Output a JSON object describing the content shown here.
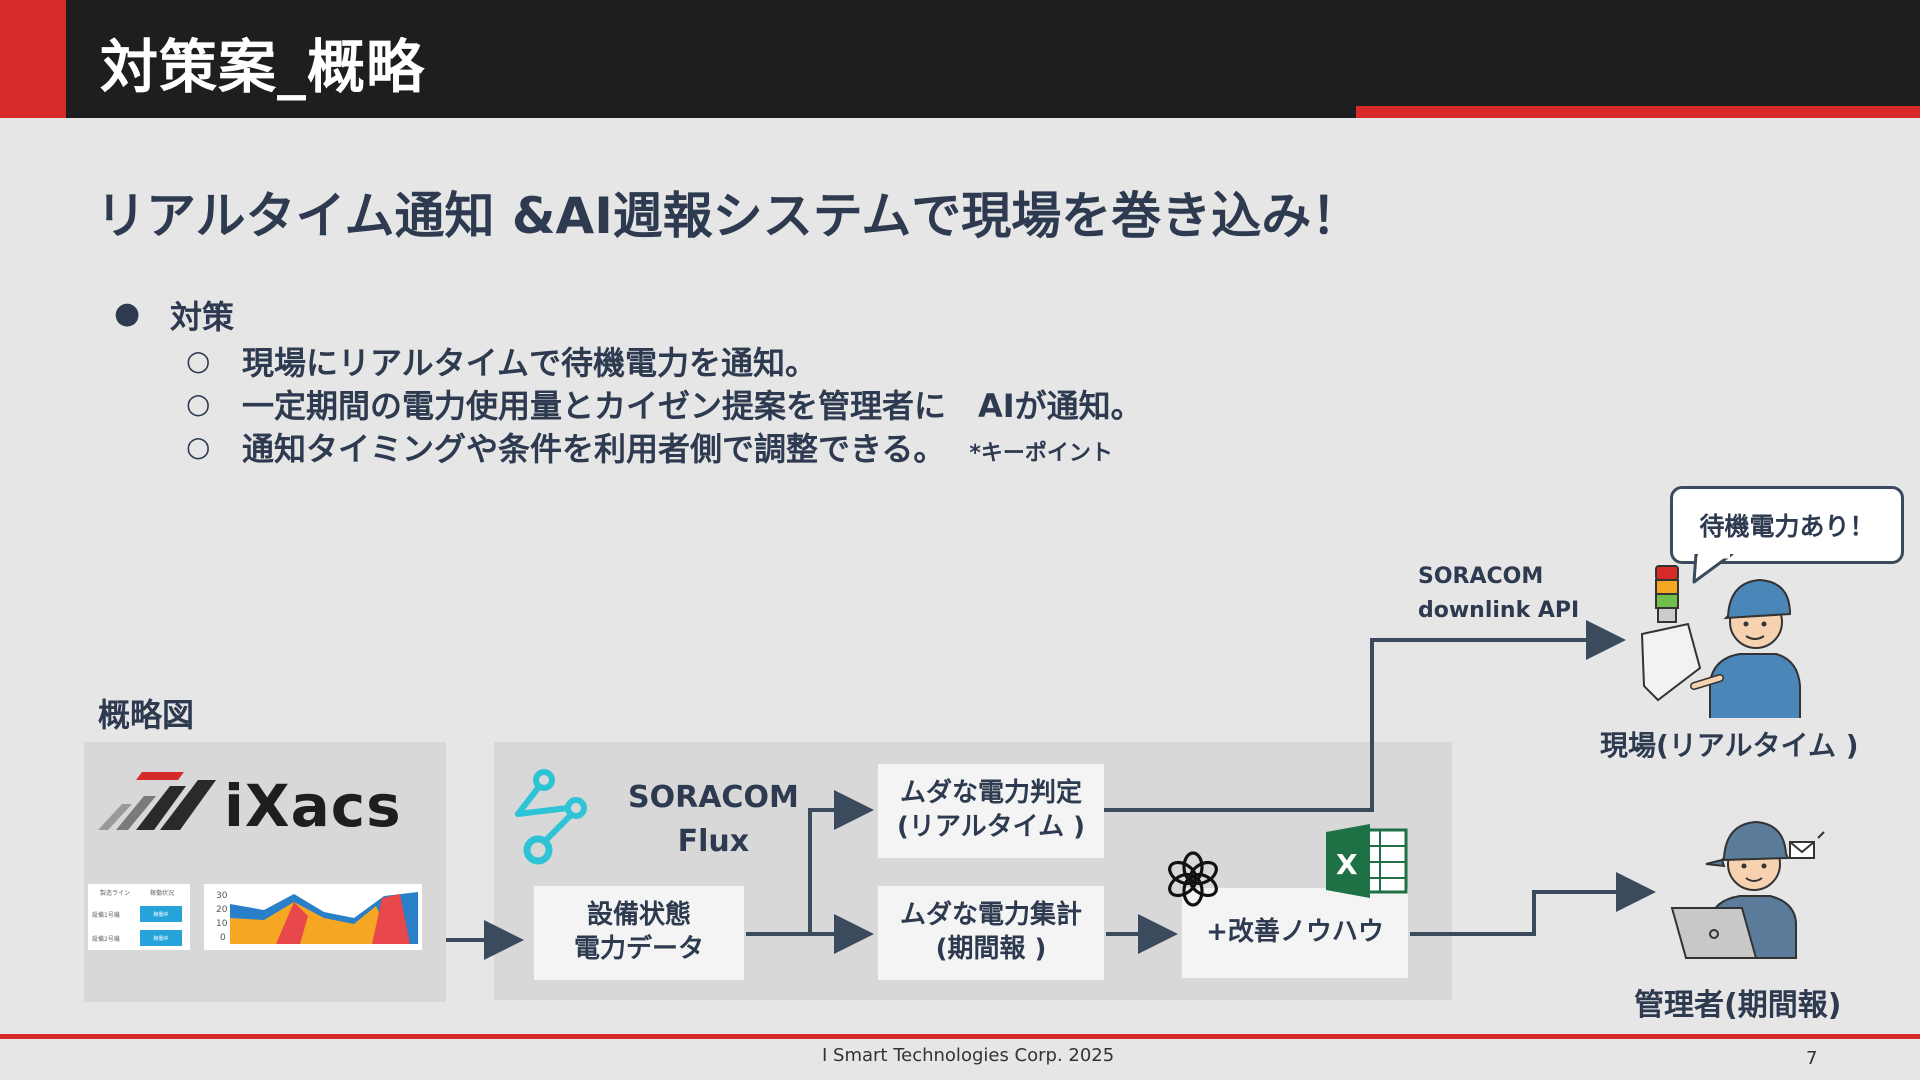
{
  "header": {
    "title": "対策案_概略"
  },
  "headline": "リアルタイム通知 &AI週報システムで現場を巻き込み！",
  "bullets": {
    "main": "対策",
    "items": [
      "現場にリアルタイムで待機電力を通知。",
      "一定期間の電力使用量とカイゼン提案を管理者に　AIが通知。",
      "通知タイミングや条件を利用者側で調整できる。"
    ],
    "note": "*キーポイント"
  },
  "diagram": {
    "label": "概略図",
    "ixacs_logo": "iXacs",
    "mini_table": {
      "col1": "製造ライン",
      "col2": "稼働状況",
      "row1": "設備1号機",
      "row2": "設備2号機",
      "btn": "稼働中"
    },
    "chart_ticks": [
      "30",
      "20",
      "10",
      "0"
    ],
    "soracom_flux": "SORACOM\nFlux",
    "box_equipment": "設備状態\n電力データ",
    "box_judge": "ムダな電力判定\n(リアルタイム )",
    "box_aggregate": "ムダな電力集計\n(期間報 )",
    "box_knowhow": "+改善ノウハウ",
    "excel_letter": "X",
    "downlink": "SORACOM\ndownlink API",
    "speech": "待機電力あり！",
    "field_label": "現場(リアルタイム )",
    "manager_label": "管理者(期間報)"
  },
  "footer": {
    "text": "I Smart Technologies Corp. 2025",
    "page": "7"
  },
  "colors": {
    "accent_red": "#d62a2a",
    "navy": "#2d3a4f",
    "header_bg": "#1e1e1e",
    "flux_teal": "#2ec4d6",
    "excel_green": "#1e7145"
  }
}
